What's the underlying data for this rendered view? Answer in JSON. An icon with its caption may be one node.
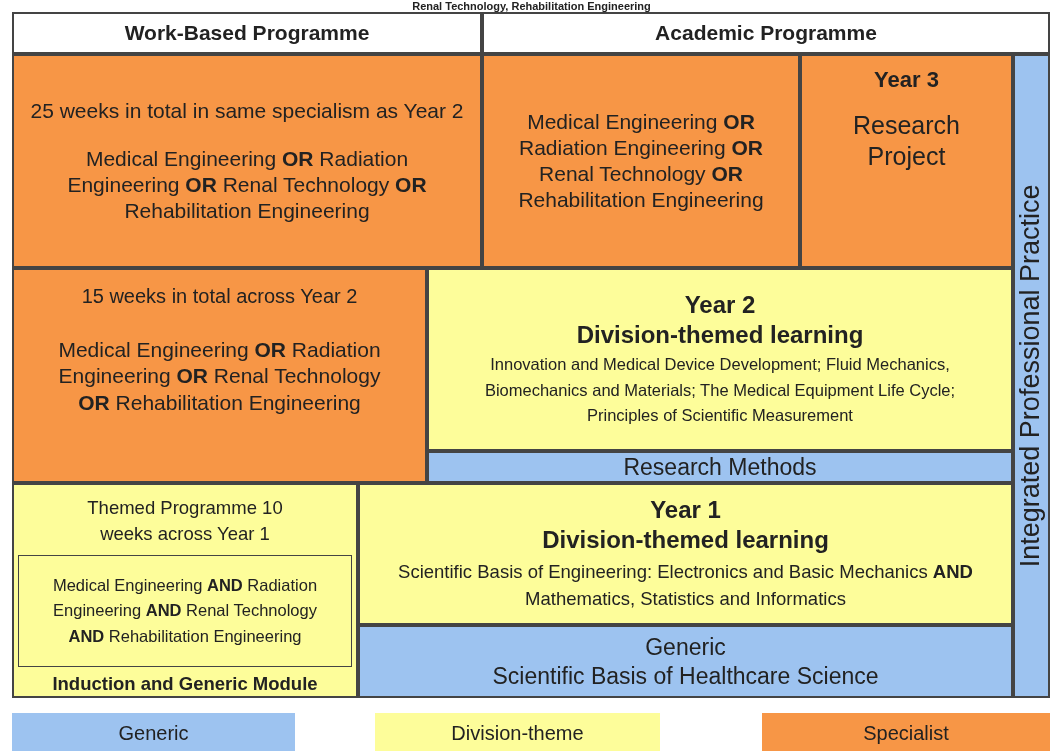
{
  "diagram": {
    "title": "Renal Technology, Rehabilitation Engineering",
    "nodes": [
      {
        "text": [
          "Work-Based Programme"
        ]
      },
      {
        "text": [
          "Academic Programme"
        ]
      },
      {
        "text": [
          "25 weeks in total in same specialism as Year 2",
          "Medical Engineering **OR** Radiation Engineering **OR**  Renal Technology **OR** Rehabilitation Engineering"
        ]
      },
      {
        "text": [
          "Medical Engineering **OR** Radiation Engineering **OR** Renal Technology **OR** Rehabilitation Engineering"
        ]
      },
      {
        "text": [
          "Year 3",
          "Research Project"
        ]
      },
      {
        "text": [
          "Integrated Professional Practice"
        ]
      },
      {
        "text": [
          "15 weeks in total across Year 2",
          "Medical Engineering **OR** Radiation Engineering **OR** Renal Technology **OR** Rehabilitation Engineering"
        ]
      },
      {
        "text": [
          "Year 2",
          "Division-themed learning",
          "Innovation and Medical Device Development; Fluid Mechanics, Biomechanics and Materials; The Medical Equipment Life Cycle; Principles of Scientific Measurement"
        ]
      },
      {
        "text": [
          "Research Methods"
        ]
      },
      {
        "text": [
          "Themed Programme 10 weeks across Year 1",
          "Induction and Generic Module"
        ]
      },
      {
        "text": [
          "Medical Engineering **AND** Radiation Engineering **AND** Renal Technology **AND** Rehabilitation Engineering"
        ],
        "in": 9
      },
      {
        "text": [
          "Year 1",
          "Division-themed learning",
          "Scientific Basis of Engineering: Electronics and Basic Mechanics **AND** Mathematics, Statistics and Informatics"
        ]
      },
      {
        "text": [
          "Generic",
          "Scientific Basis of Healthcare Science"
        ]
      }
    ],
    "legend": [
      {
        "text": "Generic",
        "color": "#9dc3f0"
      },
      {
        "text": "Division-theme",
        "color": "#fdfd9a"
      },
      {
        "text": "Specialist",
        "color": "#f79646"
      }
    ]
  }
}
